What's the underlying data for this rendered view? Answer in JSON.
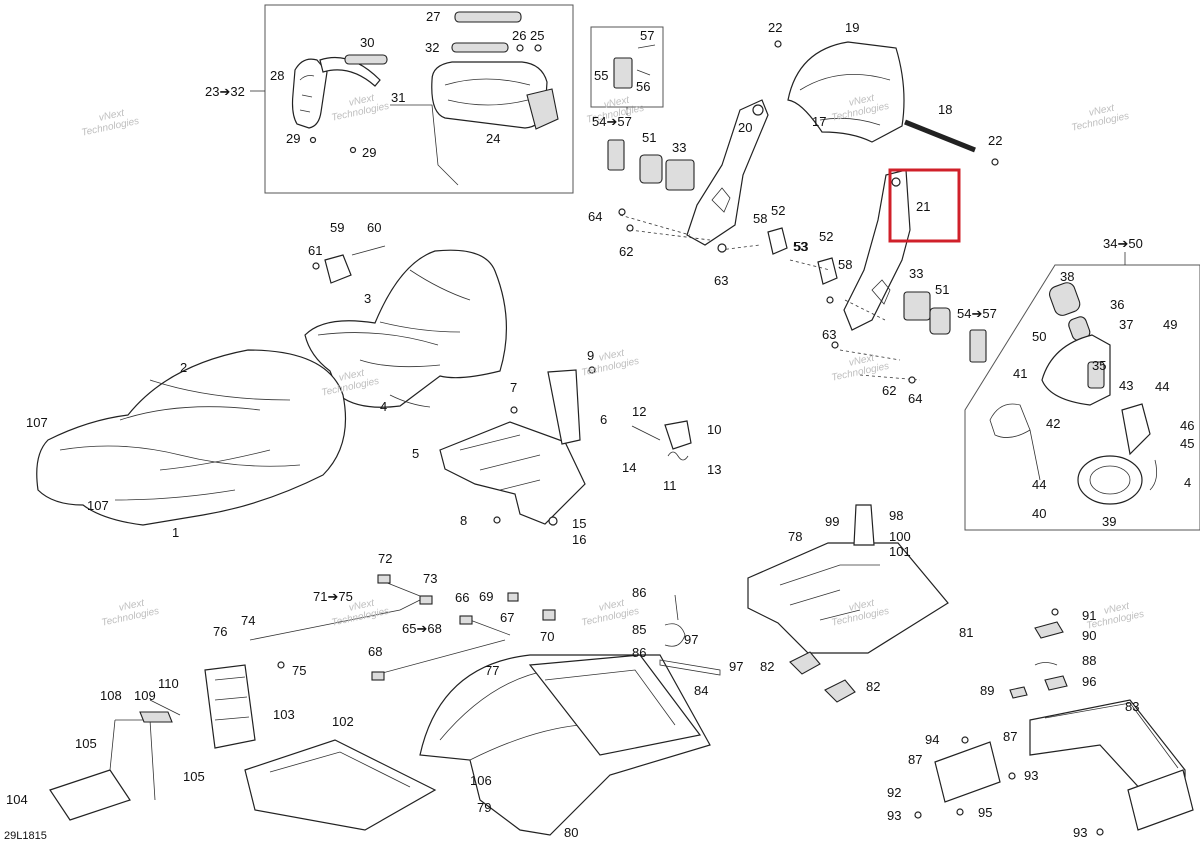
{
  "diagram": {
    "drawing_code": "29L1815",
    "highlight_color": "#d0202a",
    "watermark": [
      "vNext",
      "Technologies"
    ],
    "group_labels": [
      {
        "key": "g1",
        "text": "23➔32"
      },
      {
        "key": "g2",
        "text": "54➔57"
      },
      {
        "key": "g3",
        "text": "54➔57"
      },
      {
        "key": "g4",
        "text": "34➔50"
      },
      {
        "key": "g5",
        "text": "71➔75"
      },
      {
        "key": "g6",
        "text": "65➔68"
      }
    ],
    "callouts": [
      "1",
      "2",
      "3",
      "4",
      "5",
      "6",
      "7",
      "8",
      "9",
      "10",
      "11",
      "12",
      "13",
      "14",
      "15",
      "16",
      "17",
      "18",
      "19",
      "20",
      "21",
      "22",
      "24",
      "25",
      "26",
      "27",
      "28",
      "29",
      "30",
      "31",
      "32",
      "33",
      "35",
      "36",
      "37",
      "38",
      "39",
      "40",
      "41",
      "42",
      "43",
      "44",
      "45",
      "46",
      "49",
      "50",
      "51",
      "52",
      "53",
      "55",
      "56",
      "57",
      "58",
      "59",
      "60",
      "61",
      "62",
      "63",
      "64",
      "66",
      "67",
      "68",
      "69",
      "70",
      "72",
      "73",
      "74",
      "75",
      "76",
      "77",
      "78",
      "79",
      "80",
      "81",
      "82",
      "83",
      "84",
      "85",
      "86",
      "87",
      "88",
      "89",
      "90",
      "91",
      "92",
      "93",
      "94",
      "95",
      "96",
      "97",
      "98",
      "99",
      "100",
      "101",
      "102",
      "103",
      "104",
      "105",
      "106",
      "107",
      "108",
      "109",
      "110"
    ],
    "highlighted_callout": "21"
  }
}
